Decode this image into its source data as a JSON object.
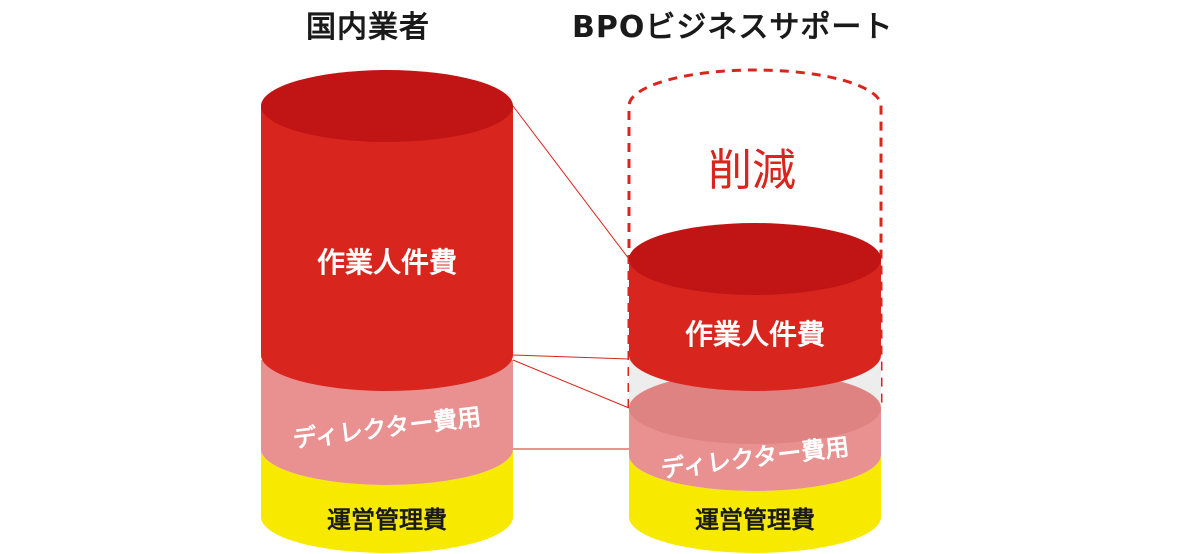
{
  "titles": {
    "left": "国内業者",
    "right": "BPOビジネスサポート"
  },
  "left_cylinder": {
    "labor": "作業人件費",
    "director": "ディレクター費用",
    "admin": "運営管理費"
  },
  "right_cylinder": {
    "reduction": "削減",
    "labor": "作業人件費",
    "director": "ディレクター費用",
    "admin": "運営管理費"
  },
  "colors": {
    "labor": "#d8251d",
    "labor_top": "#c11414",
    "director": "#e99090",
    "director_top": "#df8282",
    "admin": "#f7ea00",
    "dash": "#d8251d"
  }
}
